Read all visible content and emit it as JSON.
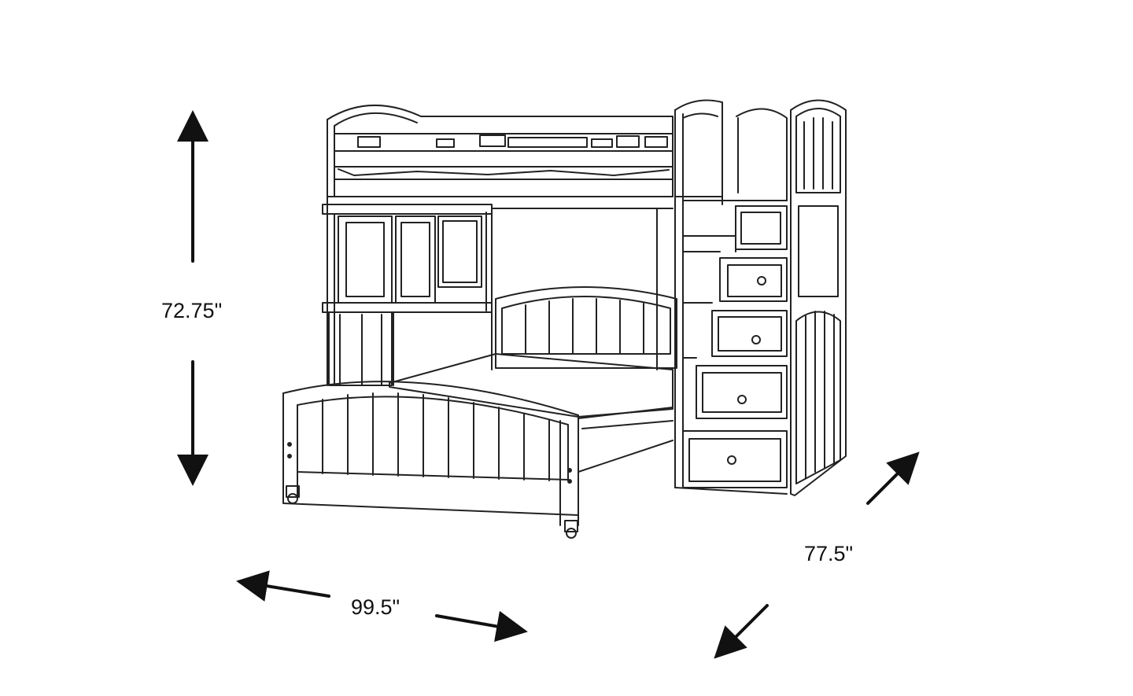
{
  "dimensions": {
    "height": "72.75\"",
    "width": "99.5\"",
    "depth": "77.5\""
  },
  "colors": {
    "line": "#111111",
    "background": "#ffffff"
  }
}
